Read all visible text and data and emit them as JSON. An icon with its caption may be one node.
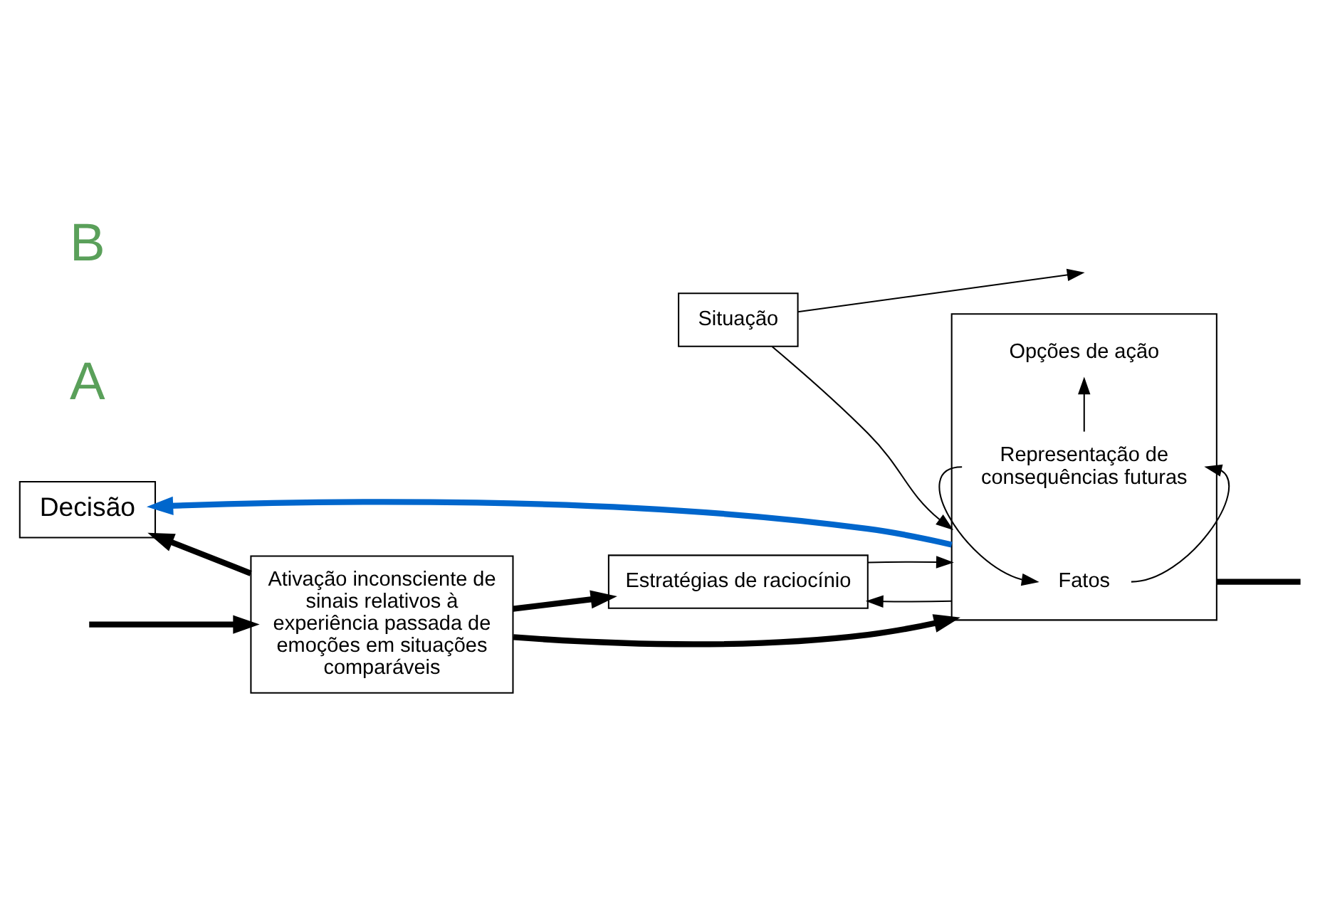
{
  "diagram": {
    "nodes": [
      {
        "text": [
          "Estratégias de raciocínio"
        ]
      },
      {
        "text": [
          "Situação"
        ]
      },
      {
        "text": [],
        "shape": "box"
      },
      {
        "text": [
          "Fatos"
        ],
        "in": 2
      },
      {
        "text": [
          "Opções de ação"
        ],
        "in": 2
      },
      {
        "text": [
          "Representação de consequências futuras"
        ],
        "in": 2
      },
      {
        "text": [
          "Decisão"
        ]
      },
      {
        "text": [
          "Ativação inconsciente de sinais relativos à experiência passada de emoções em situações comparáveis"
        ]
      }
    ],
    "edges": [
      {
        "from": 1,
        "to": 2,
        "arrow": "to"
      },
      {
        "from": 1,
        "to": null,
        "arrow": "to"
      },
      {
        "from": 2,
        "to": null,
        "arrow": "none",
        "style": "thick"
      },
      {
        "from": 2,
        "to": 0,
        "arrow": "to"
      },
      {
        "from": 0,
        "to": 2,
        "arrow": "to"
      },
      {
        "from": 5,
        "to": 3,
        "arrow": "to"
      },
      {
        "from": 3,
        "to": 5,
        "arrow": "to"
      },
      {
        "from": 5,
        "to": 4,
        "arrow": "to"
      },
      {
        "from": 2,
        "to": 6,
        "arrow": "to",
        "style": "thick",
        "color": "#0066cc"
      },
      {
        "from": 7,
        "to": 6,
        "arrow": "to",
        "style": "thick"
      },
      {
        "from": 7,
        "to": 0,
        "arrow": "to",
        "style": "thick"
      },
      {
        "from": 7,
        "to": 2,
        "arrow": "to",
        "style": "thick"
      },
      {
        "from": null,
        "to": 7,
        "arrow": "to",
        "style": "thick"
      }
    ],
    "labels": [
      "A",
      "B"
    ]
  }
}
